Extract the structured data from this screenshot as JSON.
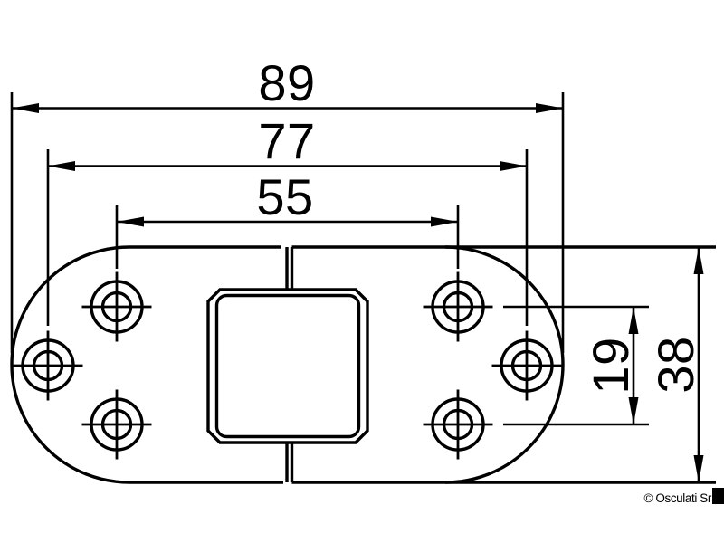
{
  "dimensions": {
    "overall_width": "89",
    "outer_hole_columns": "77",
    "inner_hole_columns": "55",
    "hole_row_spacing": "19",
    "overall_height": "38"
  },
  "footer": {
    "copyright": "© Osculati Sr"
  },
  "colors": {
    "line": "#000000",
    "background": "#ffffff"
  }
}
